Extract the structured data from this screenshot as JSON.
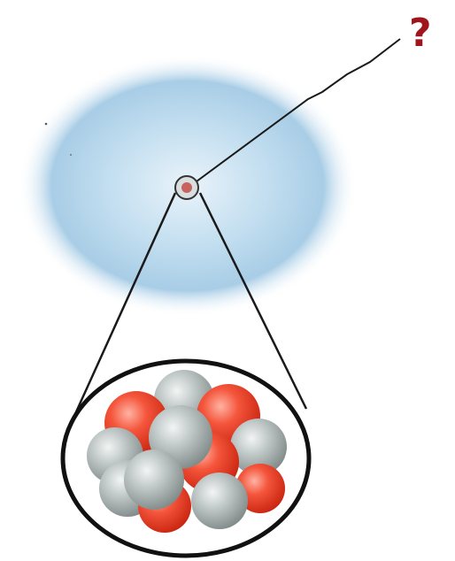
{
  "question_label": "?",
  "colors": {
    "electron_cloud": "#a9cfe7",
    "proton": "#ef3b24",
    "neutron": "#b7c0bf",
    "outline": "#1a1a1a",
    "question_mark": "#a0141c"
  },
  "parts": {
    "electron_cloud": "electron-cloud",
    "nucleus": "nucleus-dot",
    "magnified_nucleus": "nucleus-magnifier",
    "protons": "proton-spheres",
    "neutrons": "neutron-spheres",
    "pointer": "question-pointer-line"
  }
}
